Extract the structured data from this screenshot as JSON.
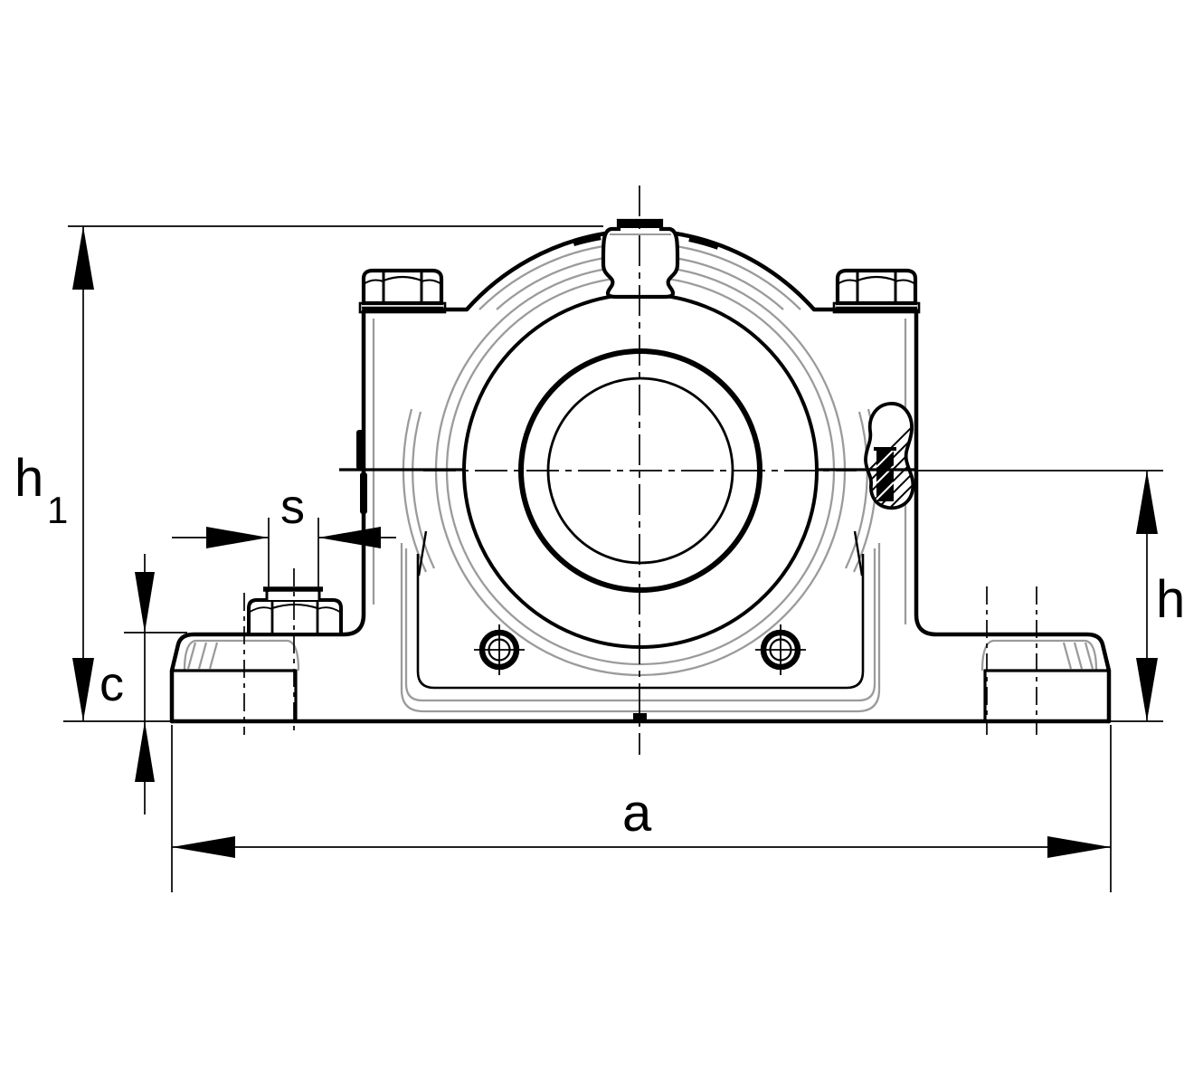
{
  "dimension_labels": {
    "h1": {
      "base": "h",
      "subscript": "1"
    },
    "s": "s",
    "c": "c",
    "h": "h",
    "a": "a"
  },
  "colors": {
    "primary_line": "#000000",
    "secondary_line": "#9b9b9b",
    "background": "#ffffff"
  }
}
